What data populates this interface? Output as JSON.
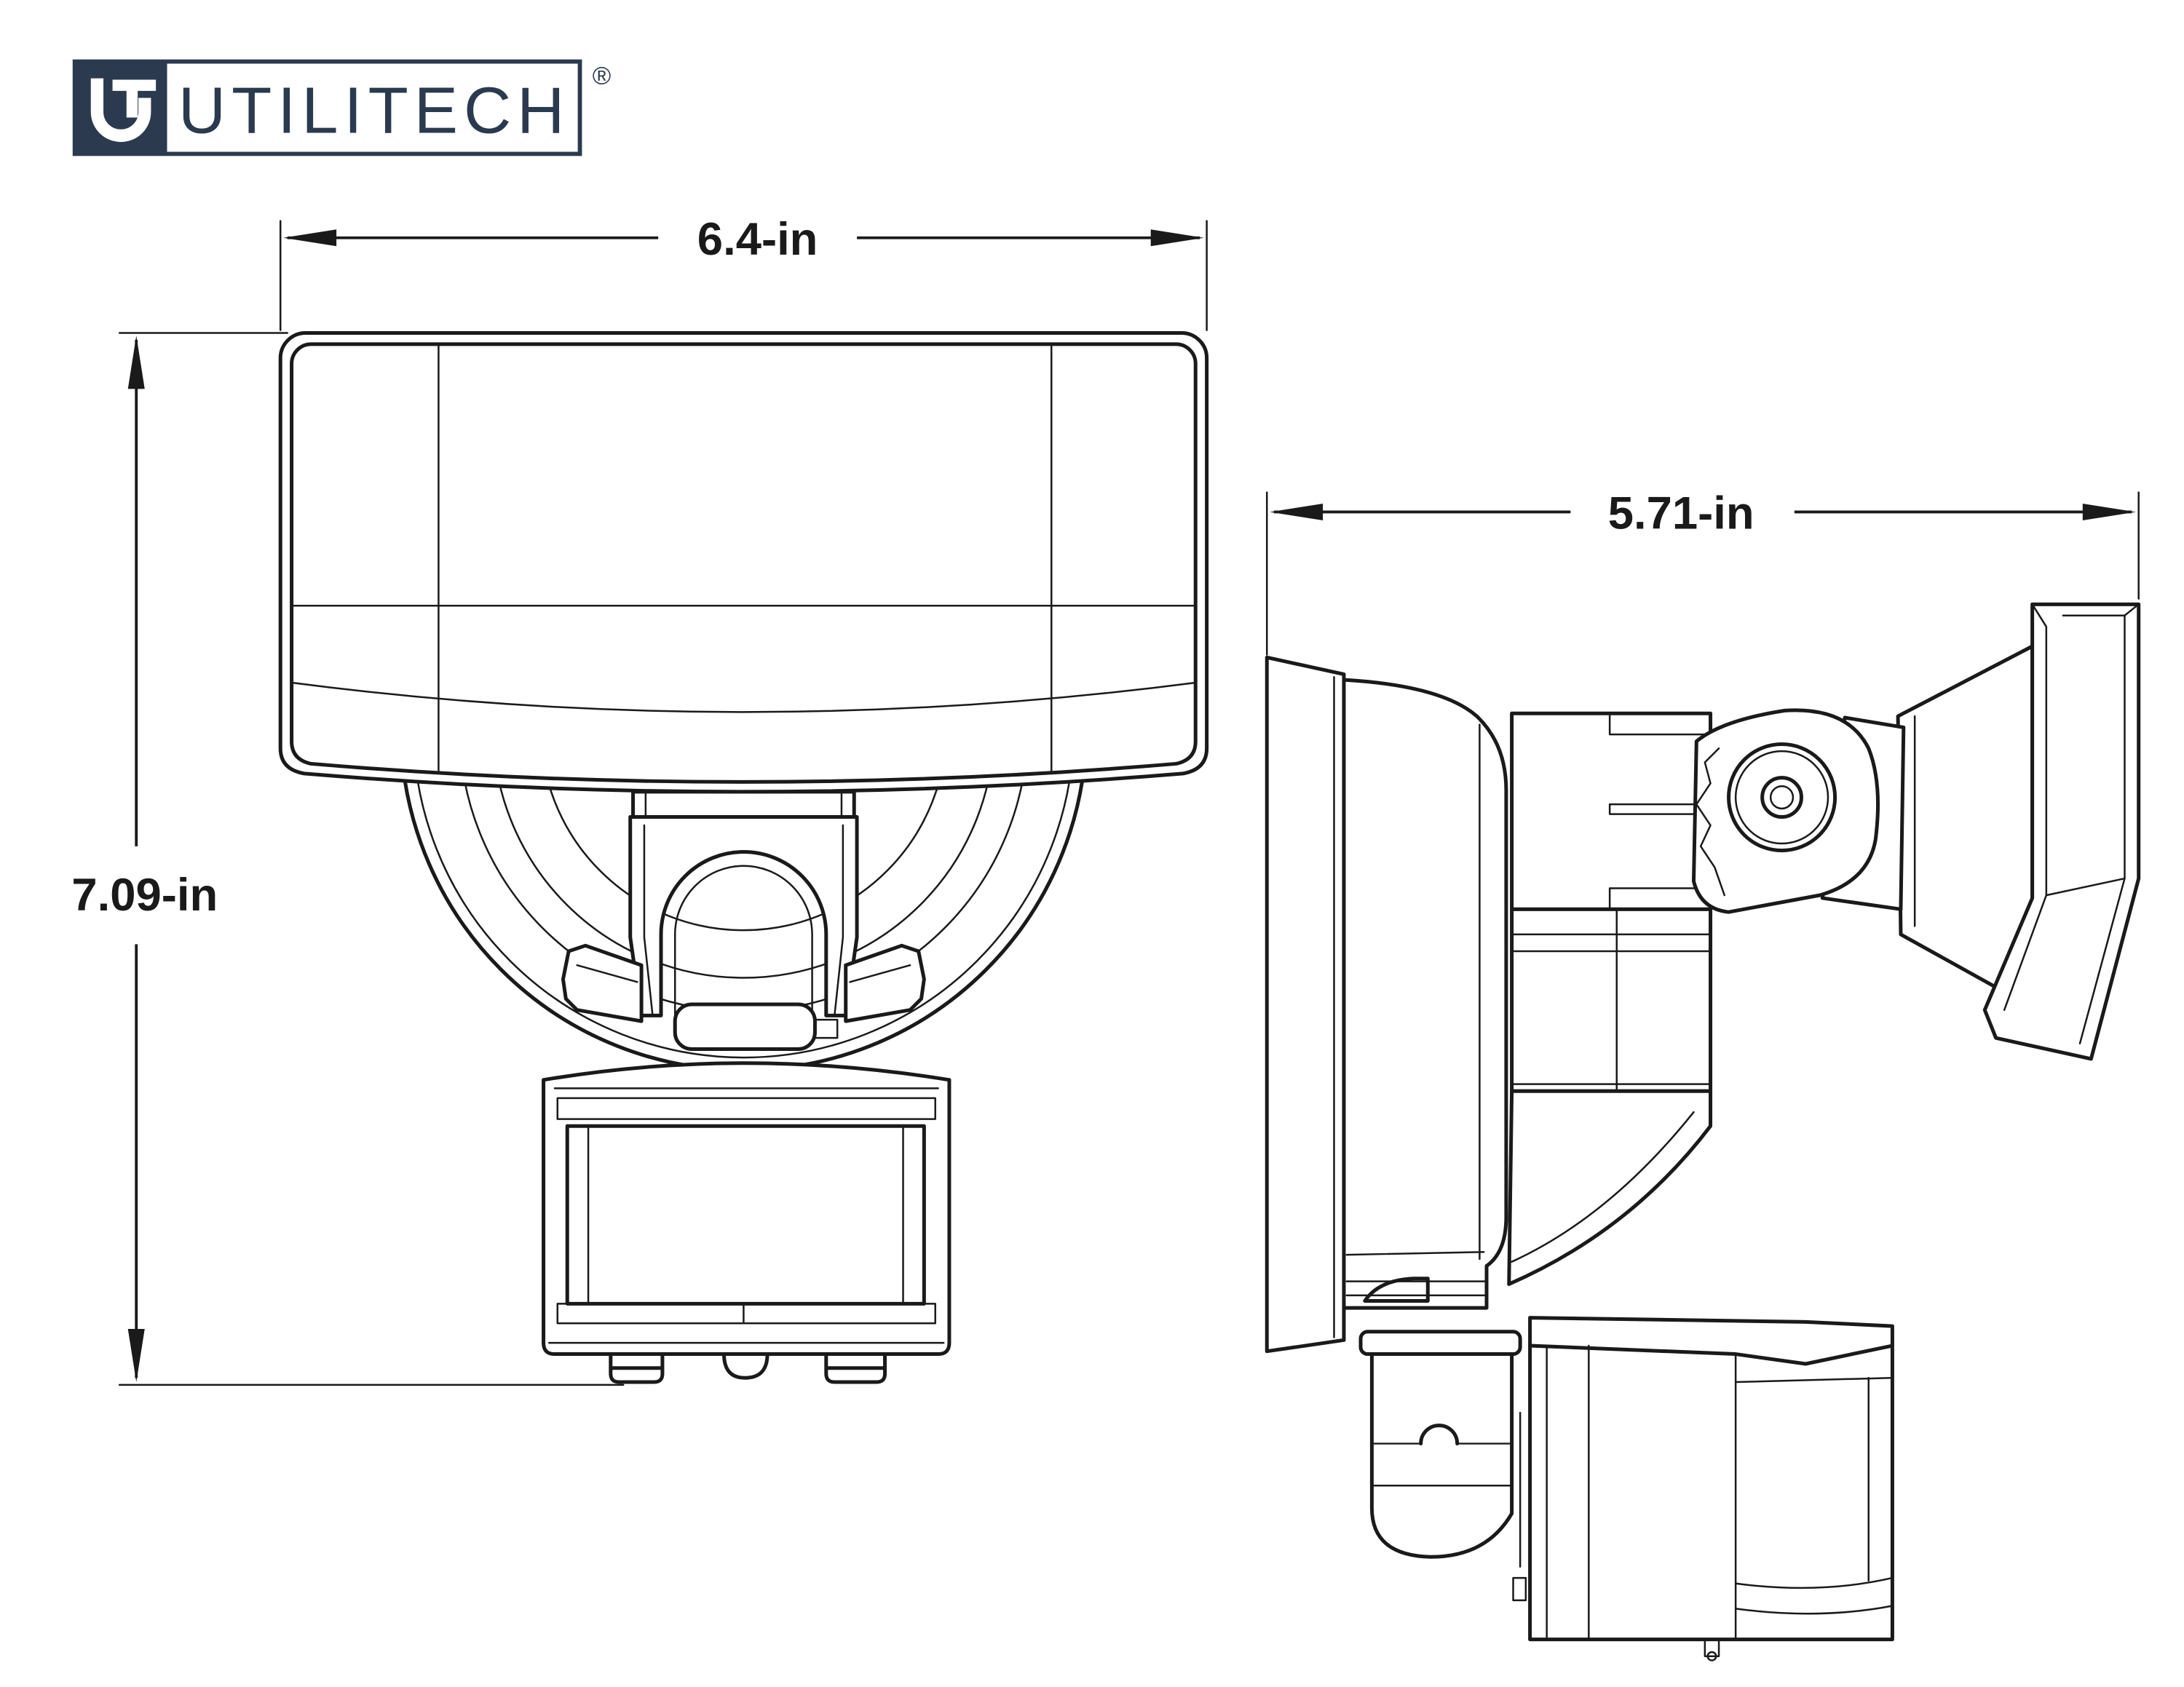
{
  "brand": {
    "name": "UTILITECH",
    "registered_mark": "®",
    "logo_icon": "ut-monogram-icon",
    "color": "#2b3a4e"
  },
  "dimensions": {
    "front_width": "6.4-in",
    "front_height": "7.09-in",
    "side_depth": "5.71-in"
  },
  "colors": {
    "line": "#1a1a1a",
    "background": "#ffffff"
  }
}
